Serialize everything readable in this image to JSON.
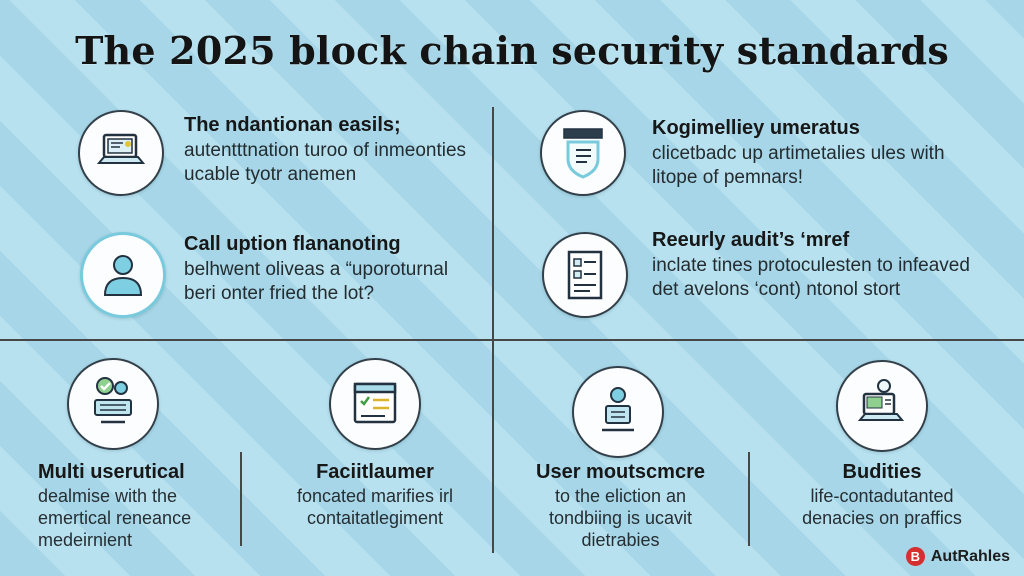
{
  "title": "The 2025 block chain security standards",
  "colors": {
    "background": "#a6d6e7",
    "stripe": "#b7e1ef",
    "accent_teal": "#79cadd",
    "text_dark": "#171717",
    "divider": "#474747",
    "logo_red": "#d62f2f",
    "check_green": "#4aa54a",
    "line_yellow": "#dcb32c"
  },
  "quadrants": [
    {
      "icon": "laptop-icon",
      "heading": "The ndantionan easils;",
      "body": "autentttnation turoo of inmeonties ucable tyotr anemen"
    },
    {
      "icon": "shield-checklist-icon",
      "heading": "Kogimelliey umeratus",
      "body": "clicetbadc up artimetalies ules with litope of pemnars!"
    },
    {
      "icon": "person-icon",
      "heading": "Call uption flananoting",
      "body": "belhwent oliveas a “uporoturnal beri onter fried the lot?"
    },
    {
      "icon": "document-icon",
      "heading": "Reeurly audit’s ‘mref",
      "body": "inclate tines protoculesten to infeaved det avelons ‘cont) ntonol stort"
    }
  ],
  "bottom_items": [
    {
      "icon": "user-verified-terminal-icon",
      "heading": "Multi userutical",
      "body": "dealmise with the emertical reneance medeirnient"
    },
    {
      "icon": "checklist-window-icon",
      "heading": "Faciitlaumer",
      "body": "foncated marifies irl contaitatlegiment"
    },
    {
      "icon": "user-monitor-icon",
      "heading": "User moutscmcre",
      "body": "to the eliction an tondbiing is ucavit dietrabies"
    },
    {
      "icon": "laptop-chart-icon",
      "heading": "Budities",
      "body": "life-contadutanted denacies on praffics"
    }
  ],
  "logo": {
    "icon_glyph": "B",
    "text": "AutRahles"
  }
}
